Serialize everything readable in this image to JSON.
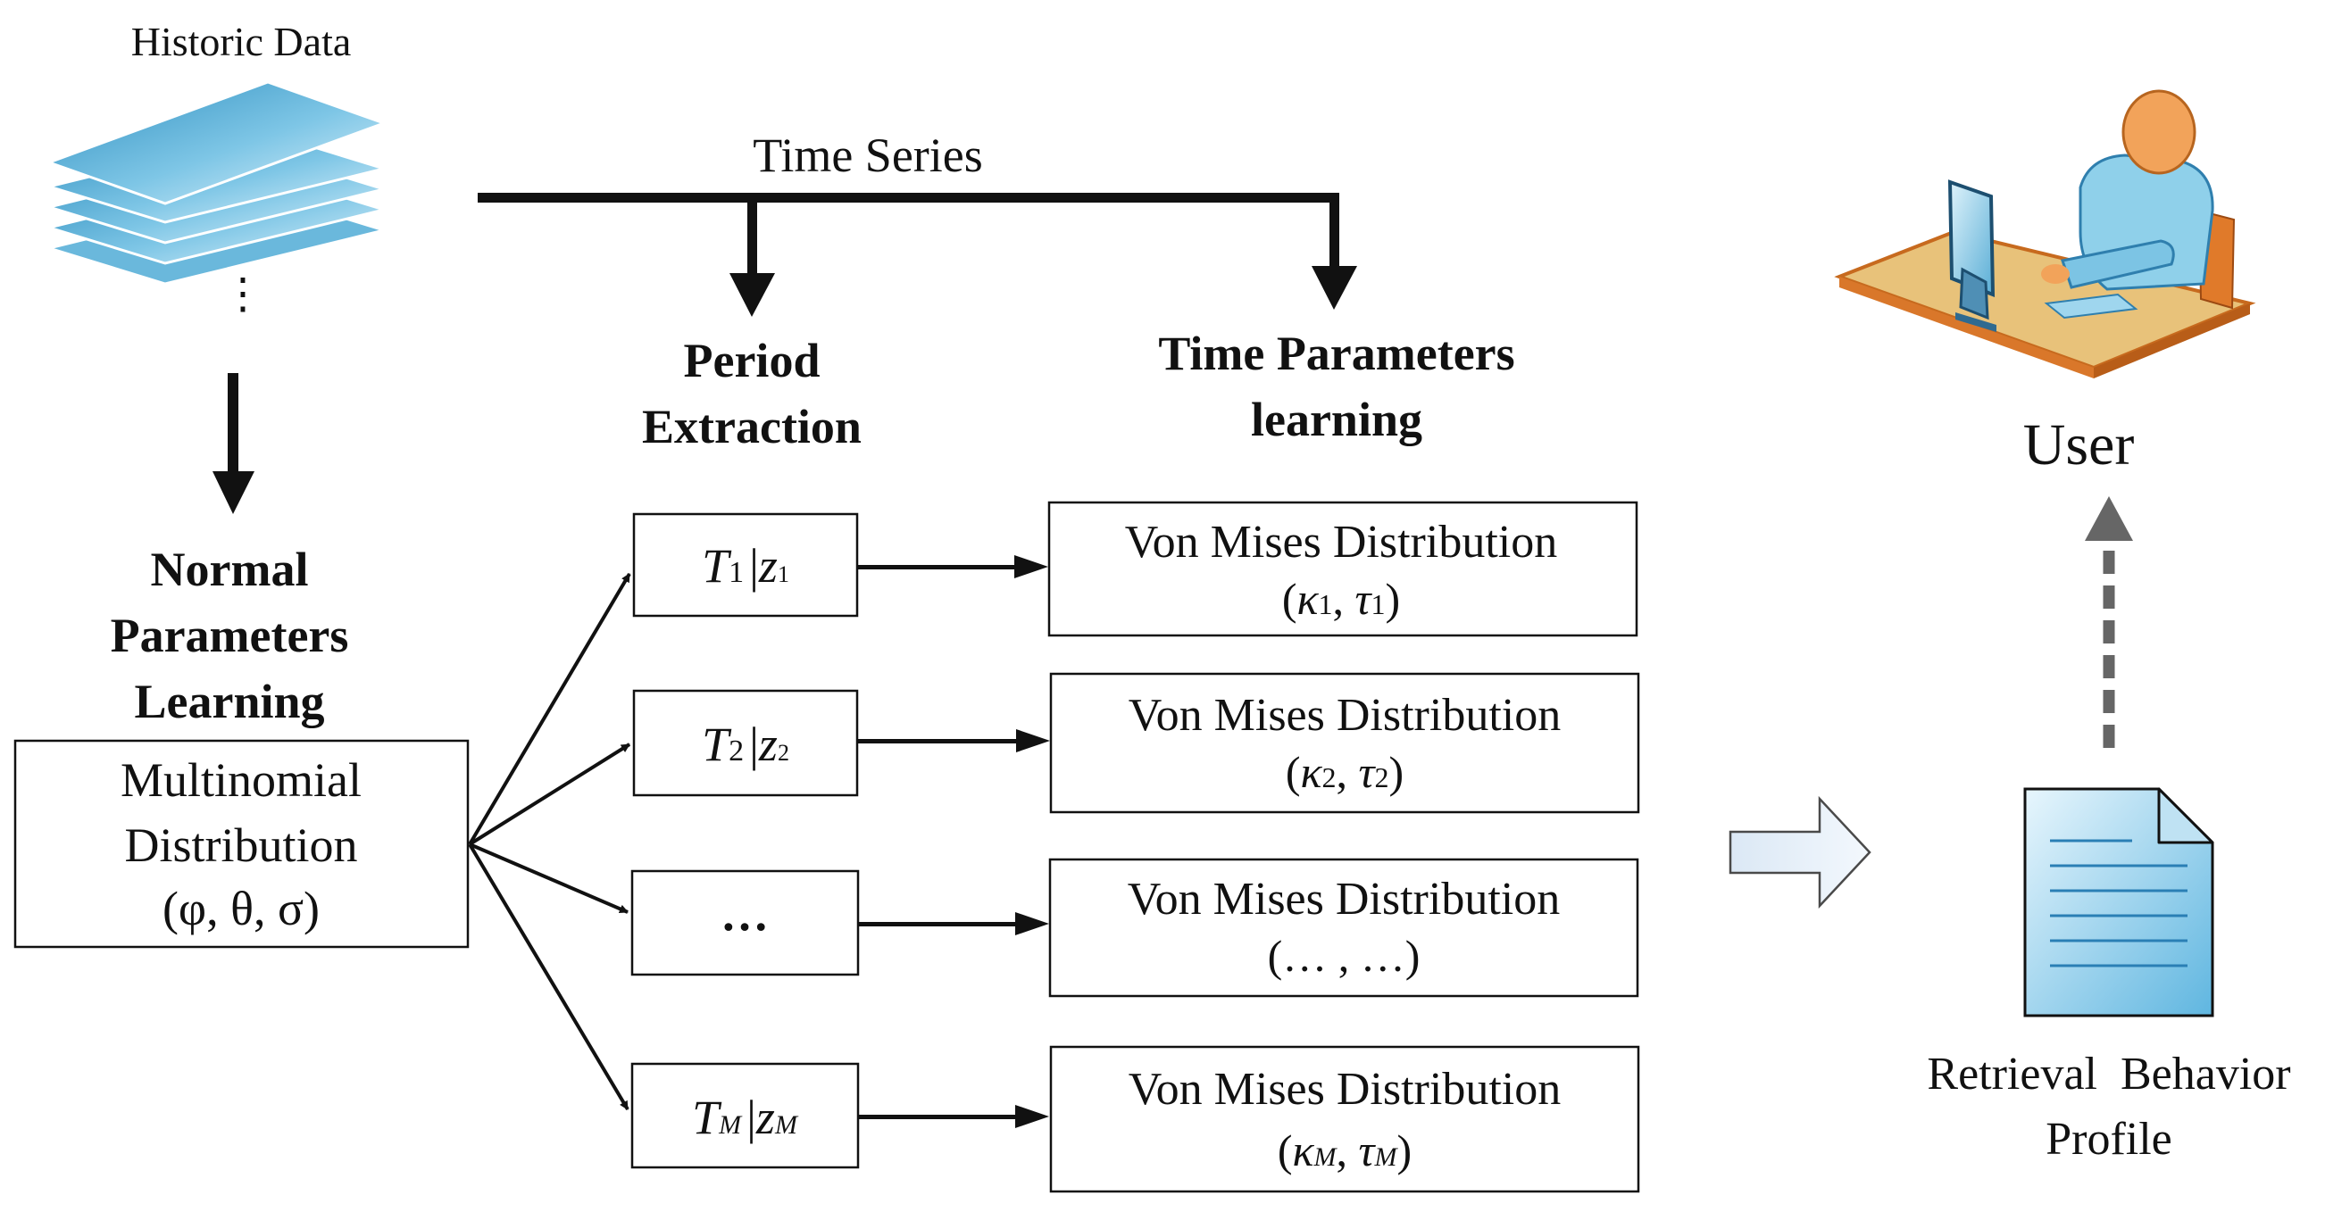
{
  "historic_data": {
    "label": "Historic Data",
    "ellipsis": "⋮"
  },
  "time_series": {
    "label": "Time Series"
  },
  "period_extraction": {
    "line1": "Period",
    "line2": "Extraction"
  },
  "time_params": {
    "line1": "Time Parameters",
    "line2": "learning"
  },
  "normal_params": {
    "line1": "Normal",
    "line2": "Parameters",
    "line3": "Learning"
  },
  "multinomial": {
    "line1": "Multinomial",
    "line2": "Distribution",
    "line3": "(φ, θ, σ)"
  },
  "periods": [
    {
      "T": "T",
      "sub": "1",
      "sep": "|",
      "z": "z",
      "zsub": "1"
    },
    {
      "T": "T",
      "sub": "2",
      "sep": "|",
      "z": "z",
      "zsub": "2"
    },
    {
      "text": "…"
    },
    {
      "T": "T",
      "sub": "M",
      "sep": "|",
      "z": "z",
      "zsub": "M"
    }
  ],
  "von_mises": [
    {
      "title": "Von Mises Distribution",
      "open": "(",
      "k": "κ",
      "ksub": "1",
      "comma": ", ",
      "tau": "τ",
      "tsub": "1",
      "close": ")"
    },
    {
      "title": "Von Mises Distribution",
      "open": "(",
      "k": "κ",
      "ksub": "2",
      "comma": ", ",
      "tau": "τ",
      "tsub": "2",
      "close": ")"
    },
    {
      "title": "Von Mises Distribution",
      "params": "(… , …)"
    },
    {
      "title": "Von Mises Distribution",
      "open": "(",
      "k": "κ",
      "ksub": "M",
      "comma": ", ",
      "tau": "τ",
      "tsub": "M",
      "close": ")"
    }
  ],
  "profile": {
    "line1": "Retrieval  Behavior",
    "line2": "Profile"
  },
  "user": {
    "label": "User"
  },
  "colors": {
    "ink": "#111111",
    "layer_blue": "#5fb2d8",
    "arrow_gray": "#666666",
    "desk": "#e8c27a",
    "skin": "#f2a35a",
    "shirt": "#8fd0ea"
  }
}
